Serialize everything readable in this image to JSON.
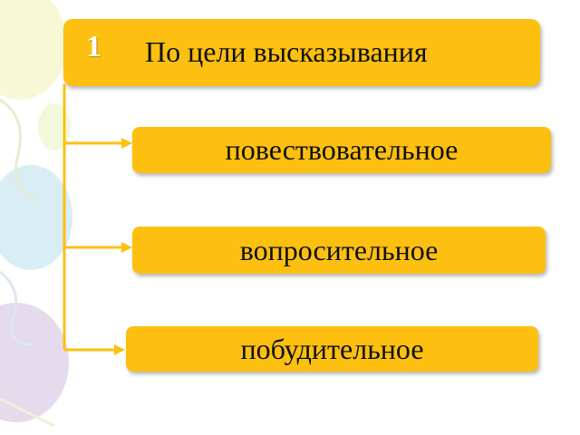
{
  "header": {
    "number": "1",
    "title": "По цели высказывания"
  },
  "items": [
    {
      "label": "повествовательное"
    },
    {
      "label": "вопросительное"
    },
    {
      "label": "побудительное"
    }
  ],
  "colors": {
    "box_fill": "#fdc010",
    "connector": "#fdc010",
    "text": "#111111",
    "number": "#ffffff"
  }
}
